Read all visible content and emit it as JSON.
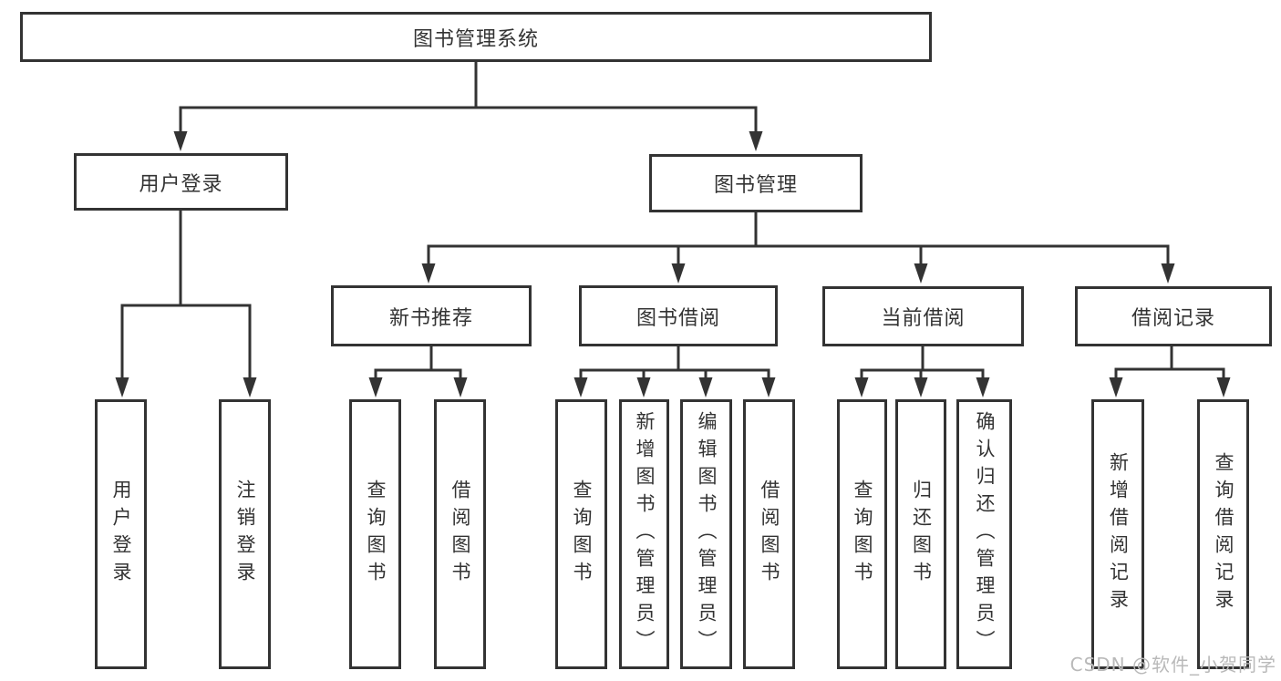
{
  "diagram": {
    "root": {
      "label": "图书管理系统"
    },
    "level2": {
      "user_login": {
        "label": "用户登录"
      },
      "book_mgmt": {
        "label": "图书管理"
      }
    },
    "level3": {
      "new_books": {
        "label": "新书推荐"
      },
      "book_borrow": {
        "label": "图书借阅"
      },
      "current_borrow": {
        "label": "当前借阅"
      },
      "borrow_records": {
        "label": "借阅记录"
      }
    },
    "leaves": {
      "user_login": [
        "用户登录",
        "注销登录"
      ],
      "new_books": [
        "查询图书",
        "借阅图书"
      ],
      "book_borrow": [
        "查询图书",
        "新增图书（管理员）",
        "编辑图书（管理员）",
        "借阅图书"
      ],
      "current_borrow": [
        "查询图书",
        "归还图书",
        "确认归还（管理员）"
      ],
      "borrow_records": [
        "新增借阅记录",
        "查询借阅记录"
      ]
    }
  },
  "watermark": {
    "text": "CSDN @软件_小贺同学"
  },
  "colors": {
    "line": "#333333",
    "text": "#333333",
    "box_background": "#ffffff",
    "watermark": "#b9b9b9",
    "background": "#ffffff"
  }
}
